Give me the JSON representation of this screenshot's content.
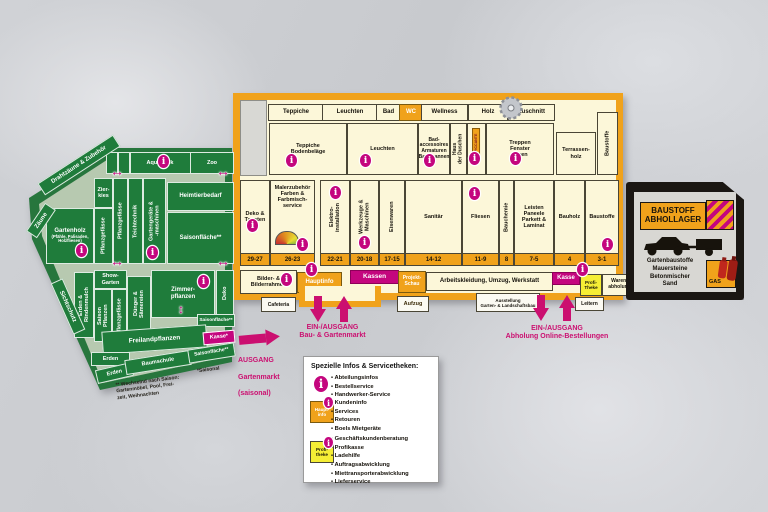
{
  "colors": {
    "magenta": "#c4067e",
    "arrow_pink": "#cb0f70",
    "orange": "#f0a21b",
    "creme": "#fcf7d9",
    "gruen": "#1f7c3b",
    "gruen_pfad": "#b7c9b0",
    "gelb": "#f5ee35",
    "schwarz": "#1b1713"
  },
  "icons": {
    "info": "i",
    "arrow_h": "↔",
    "arrow_v": "↕",
    "saw": "circular-saw",
    "color_fan": "color-fan",
    "car_trailer": "car-with-trailer",
    "gas": "gas-bottles"
  },
  "green": {
    "drahtzaeune": "Drahtzäune & Zubehör",
    "zaeune": "Zäune",
    "sichtschutz": "Sichtschutz",
    "aquaristik": "Aquaristik",
    "zoo": "Zoo",
    "zierkies": "Zier-\nkies",
    "heimtierbedarf": "Heimtierbedarf",
    "saisonflaeche_oben": "Saisonfläche**",
    "gartenholz": "Gartenholz",
    "gartenholz_sub": "(Pfähle, Palisaden,\nHolzfliesen)",
    "pflanzgefaesse_1": "Pflanzgefässe",
    "pflanzgefaesse_2": "Pflanzgefässe",
    "teichtechnik": "Teichtechnik",
    "gartengeraete": "Gartengeräte &\n-maschinen",
    "erden_rindenmulch": "Erden &\nRindenmulch",
    "show_garten": "Show-\nGarten",
    "saison_pflanzen": "Saison\nPflanzen",
    "pflanzgefaesse_3": "Pflanzgefässe",
    "duenger": "Dünger &\nSämereien",
    "zimmerpflanzen": "Zimmer-\npflanzen",
    "deko": "Deko",
    "saisonflaeche_mitte": "Saisonfläche**",
    "freilandpflanzen": "Freilandpflanzen",
    "kasse": "Kasse*",
    "erden_1": "Erden",
    "erden_2": "Erden",
    "baumschule": "Baumschule",
    "saisonflaeche_unten": "Saisonfläche**",
    "fussnote_wechselnd": "** Wechselnd nach Saison:\nGartenmöbel, Pool, Frei-\nzeit, Weihnachten",
    "fussnote_saisonal": "*Saisonal"
  },
  "markt": {
    "etiketten": [
      "Teppiche",
      "Leuchten",
      "Bad",
      "WC",
      "Wellness",
      "Holz",
      "Zuschnitt"
    ],
    "teppiche_bodenbelaege": "Teppiche\nBodenbeläge",
    "leuchten": "Leuchten",
    "bad_accessoires": "Bad-\naccessoires\nArmaturen\nBadewannen",
    "haus_der_duschen": "Haus\nder Duschen",
    "piccante": "PICCANTE",
    "treppen": "Treppen\nFenster\nTüren",
    "terrassenholz": "Terrassen-\nholz",
    "baustoffe_rechts": "Baustoffe",
    "deko_tapeten": "Deko &\nTapeten",
    "malerzubehoer": "Malerzubehör\nFarben &\nFarbmisch-\nservice",
    "elektroinstallation": "Elektro-\ninstallation",
    "werkzeuge": "Werkzeuge &\nMaschinen",
    "eisenwaren": "Eisenwaren",
    "sanitaer": "Sanitär",
    "fliesen": "Fliesen",
    "bauchemie": "Bauchemie",
    "leisten": "Leisten\nPaneele\nParkett &\nLaminat",
    "bauholz": "Bauholz",
    "baustoffe": "Baustoffe",
    "gaenge": [
      "29-27",
      "26-23",
      "22-21",
      "20-18",
      "17-15",
      "14-12",
      "11-9",
      "8",
      "7-5",
      "4",
      "3-1"
    ],
    "bilderrahmen": "Bilder- &\nBilderrahmen",
    "hauptinfo": "Hauptinfo",
    "kassen": "Kassen",
    "projektschau": "Projekt-\nSchau",
    "arbeitskleidung": "Arbeitskleidung, Umzug, Werkstatt",
    "kasse": "Kasse",
    "profitheke": "Profi-\nTheke",
    "warenabholung": "Waren-\nabholung",
    "cafeteria": "Cafeteria",
    "aufzug": "Aufzug",
    "ausstellung": "Ausstellung\nGarten- & Landschaftsbau",
    "leitern": "Leitern"
  },
  "ausgaenge": {
    "ausgang_1": "AUSGANG",
    "ausgang_2": "Gartenmarkt",
    "ausgang_3": "(saisonal)",
    "bau": "EIN-/AUSGANG\nBau- & Gartenmarkt",
    "online": "EIN-/AUSGANG\nAbholung Online-Bestellungen"
  },
  "abhollager": {
    "titel": "BAUSTOFF\nABHOLLAGER",
    "zeilen": [
      "Gartenbaustoffe",
      "Mauersteine",
      "Betonmischer",
      "Sand"
    ],
    "gas": "GAS"
  },
  "legende": {
    "titel": "Spezielle Infos & Servicetheken:",
    "info_punkte": [
      "Abteilungsinfos",
      "Bestellservice",
      "Handwerker-Service"
    ],
    "haupt_label": "Haupt-\ninfo",
    "haupt_punkte": [
      "Kundeninfo",
      "Services",
      "Retouren",
      "Boels Mietgeräte"
    ],
    "profi_label": "Profi-\ntheke",
    "profi_punkte": [
      "Geschäftskundenberatung",
      "Profikasse",
      "Ladehilfe",
      "Auftragsabwicklung",
      "Miettransporterabwicklung",
      "Lieferservice"
    ]
  }
}
